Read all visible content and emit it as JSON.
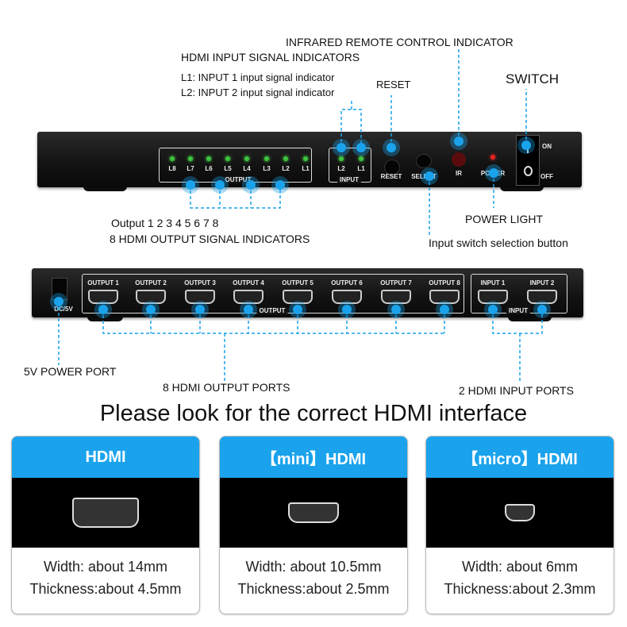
{
  "accent_color": "#1aa3ec",
  "labels": {
    "ir_indicator": "INFRARED REMOTE CONTROL INDICATOR",
    "hdmi_input_indicators": "HDMI INPUT SIGNAL INDICATORS",
    "l1_desc": "L1: INPUT 1 input signal indicator",
    "l2_desc": "L2: INPUT 2 input signal indicator",
    "reset": "RESET",
    "switch": "SWITCH",
    "output_numbers": "Output 1 2 3 4 5 6 7 8",
    "output_indicators": "8 HDMI OUTPUT SIGNAL INDICATORS",
    "power_light": "POWER LIGHT",
    "select_button": "Input switch selection button",
    "power_port": "5V POWER PORT",
    "output_ports": "8 HDMI OUTPUT PORTS",
    "input_ports": "2 HDMI INPUT PORTS"
  },
  "front_panel": {
    "output_leds": [
      "L8",
      "L7",
      "L6",
      "L5",
      "L4",
      "L3",
      "L2",
      "L1"
    ],
    "output_group": "OUTPUT",
    "input_leds": [
      "L2",
      "L1"
    ],
    "input_group": "INPUT",
    "reset": "RESET",
    "select": "SELECT",
    "ir": "IR",
    "power": "POWER",
    "on": "ON",
    "off": "OFF"
  },
  "back_panel": {
    "dc": "DC/5V",
    "outputs": [
      "OUTPUT 1",
      "OUTPUT 2",
      "OUTPUT 3",
      "OUTPUT 4",
      "OUTPUT 5",
      "OUTPUT 6",
      "OUTPUT 7",
      "OUTPUT 8"
    ],
    "output_group": "OUTPUT",
    "inputs": [
      "INPUT 1",
      "INPUT 2"
    ],
    "input_group": "INPUT"
  },
  "comparison": {
    "title": "Please look for the correct HDMI interface",
    "cards": [
      {
        "name": "HDMI",
        "width": "Width: about 14mm",
        "thickness": "Thickness:about 4.5mm"
      },
      {
        "name": "【mini】HDMI",
        "width": "Width: about 10.5mm",
        "thickness": "Thickness:about 2.5mm"
      },
      {
        "name": "【micro】HDMI",
        "width": "Width: about 6mm",
        "thickness": "Thickness:about 2.3mm"
      }
    ]
  }
}
